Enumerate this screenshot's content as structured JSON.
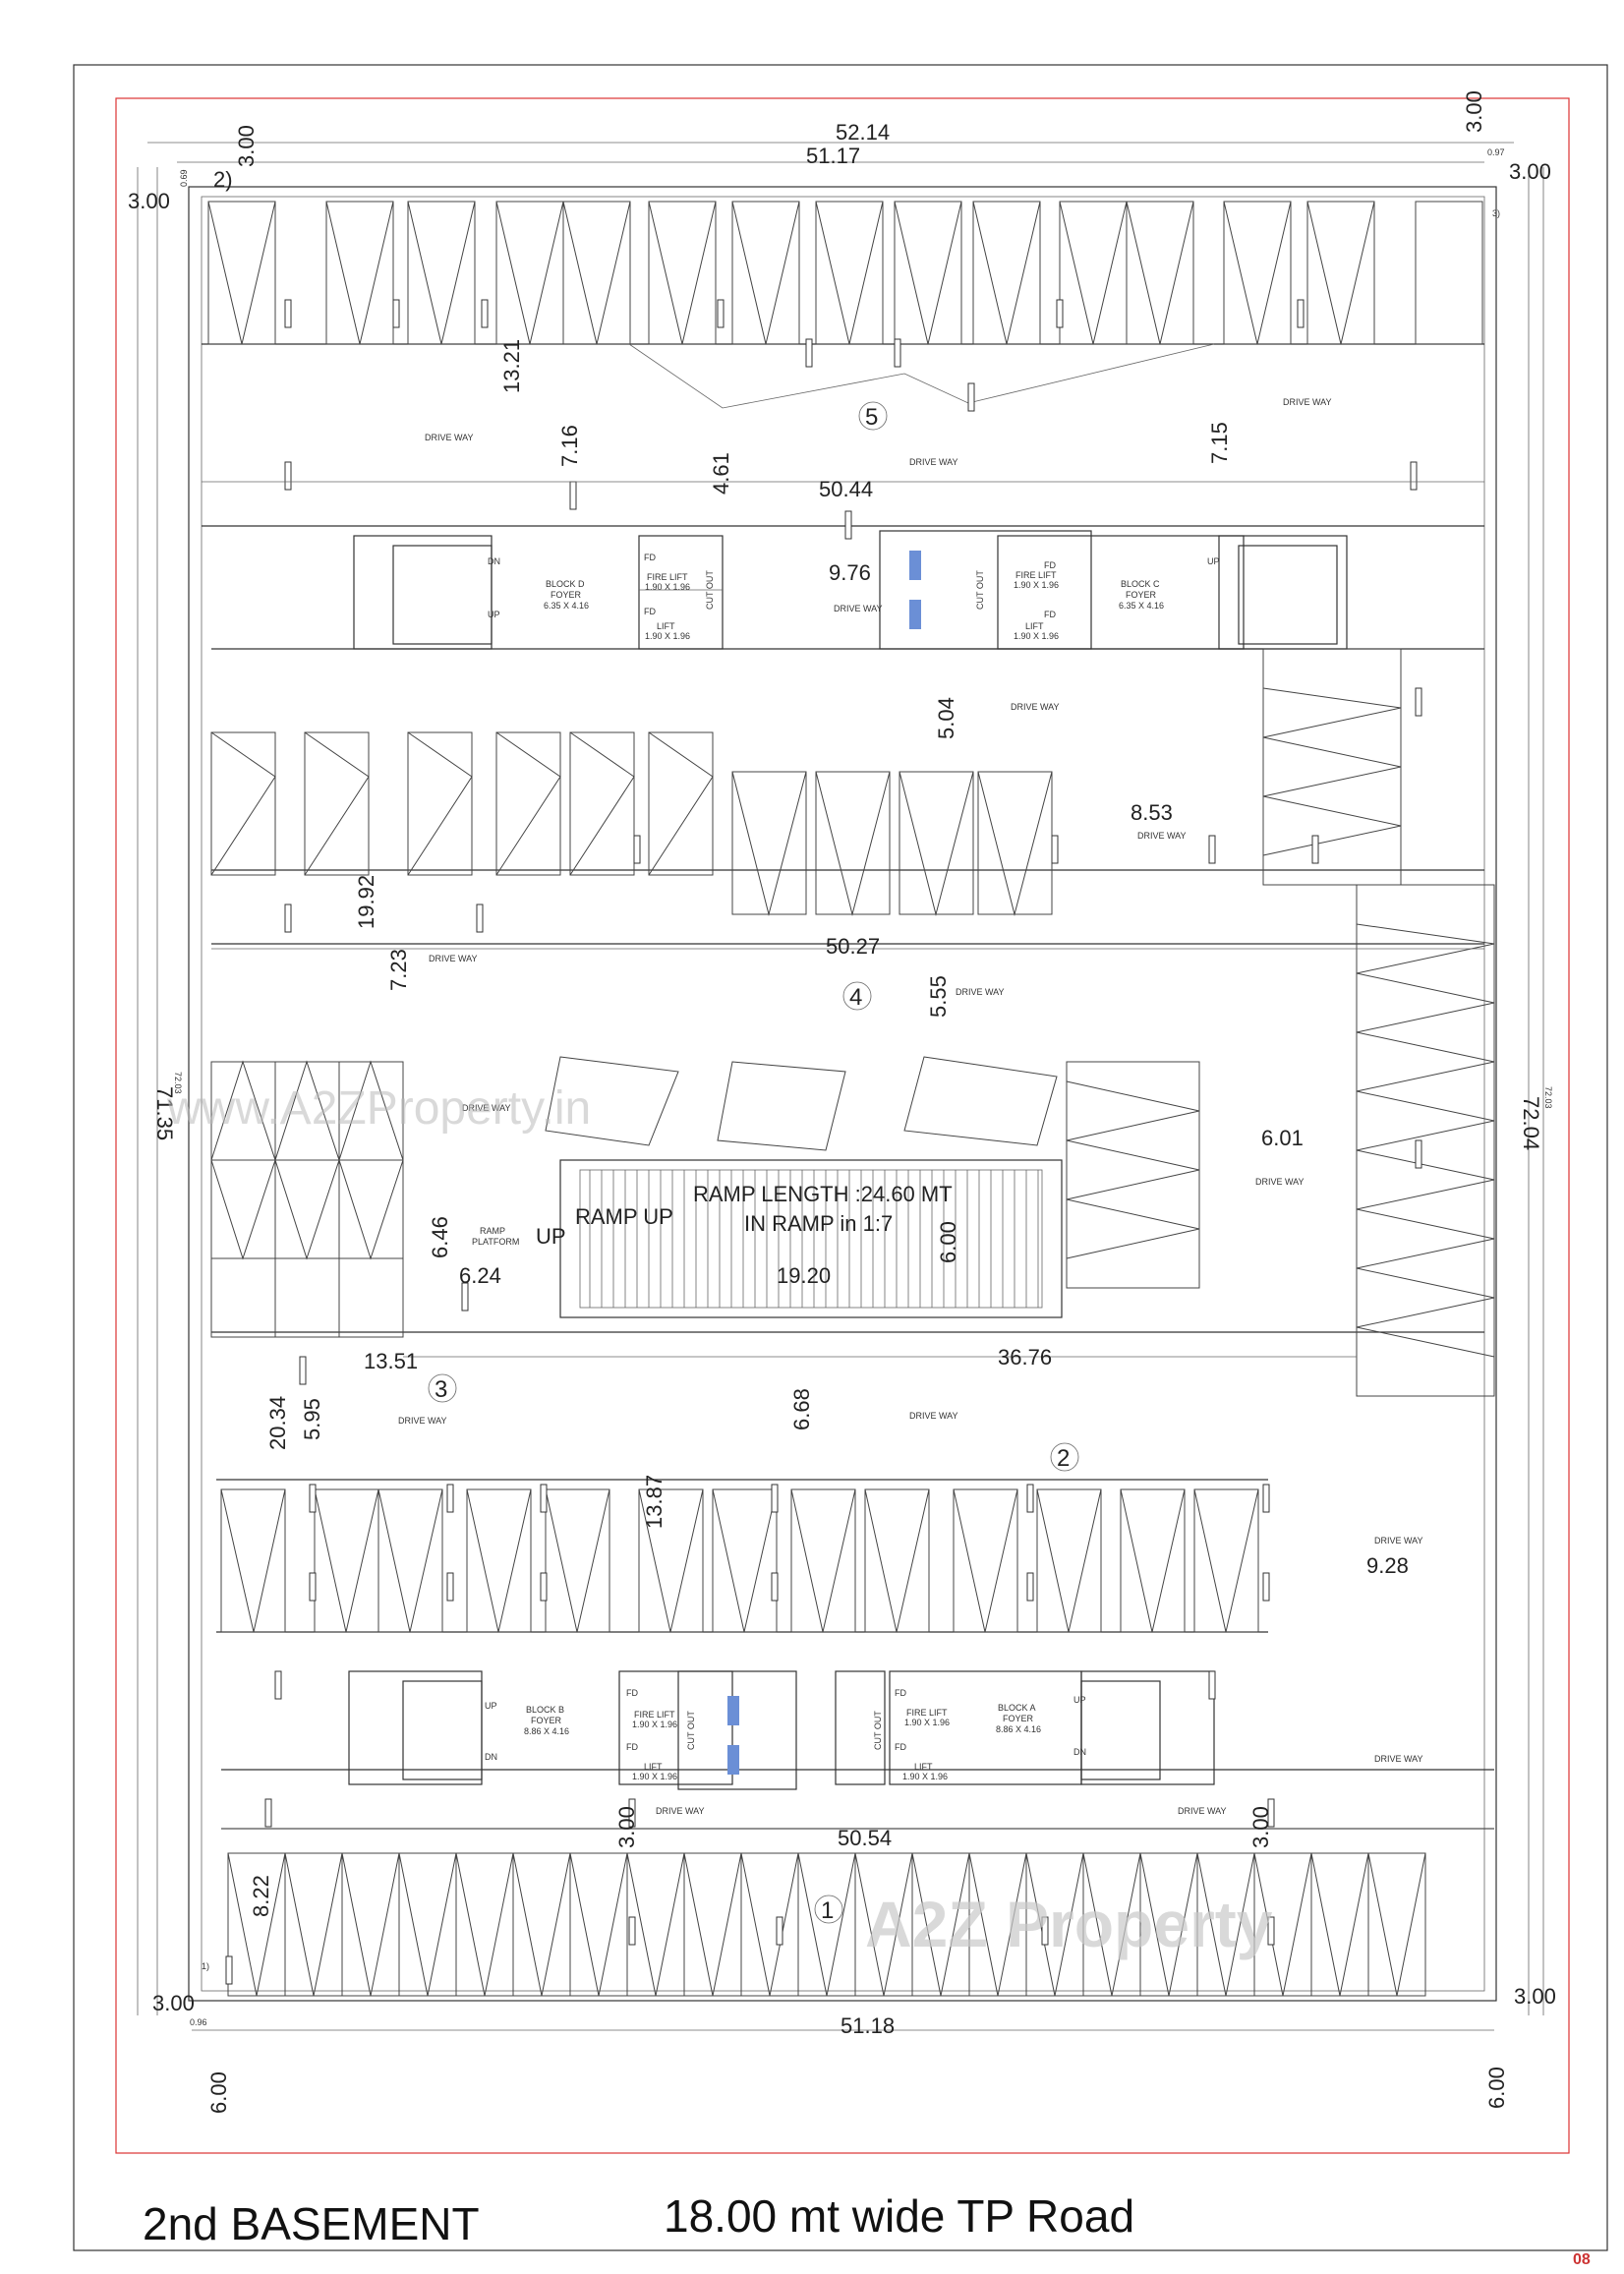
{
  "titles": {
    "floor": "2nd BASEMENT",
    "road": "18.00 mt wide TP Road",
    "page": "08"
  },
  "watermarks": {
    "site": "www.A2ZProperty.in",
    "logo": "A2Z Property"
  },
  "colors": {
    "line": "#333333",
    "boundary": "#dd3333",
    "logo_a": "#f4a6a6",
    "logo_b": "#9fd4a0",
    "logo_c": "#9fb8e8"
  },
  "zones": [
    "1",
    "2",
    "3",
    "4",
    "5"
  ],
  "drive_way_label": "DRIVE WAY",
  "blocks": {
    "a": {
      "name": "BLOCK A",
      "foyer": "FOYER",
      "size": "8.86 X 4.16"
    },
    "b": {
      "name": "BLOCK B",
      "foyer": "FOYER",
      "size": "8.86 X 4.16"
    },
    "c": {
      "name": "BLOCK C",
      "foyer": "FOYER",
      "size": "6.35 X 4.16"
    },
    "d": {
      "name": "BLOCK D",
      "foyer": "FOYER",
      "size": "6.35 X 4.16"
    }
  },
  "lifts": {
    "fire_lift": "FIRE LIFT",
    "lift": "LIFT",
    "size": "1.90 X 1.96",
    "fd": "FD",
    "cut_out": "CUT OUT",
    "up": "UP",
    "dn": "DN"
  },
  "ramp": {
    "length": "RAMP LENGTH :24.60 MT",
    "slope": "IN RAMP in 1:7",
    "up": "RAMP UP",
    "up_short": "UP",
    "platform_line1": "RAMP",
    "platform_line2": "PLATFORM"
  },
  "dims": {
    "top_overall": "52.14",
    "top_inner": "51.17",
    "bottom_inner": "51.18",
    "left_overall": "71.35",
    "left_inner": "72.03",
    "right_overall": "72.04",
    "right_inner": "72.03",
    "setback_3": "3.00",
    "setback_6": "6.00",
    "offset_069": "0.69",
    "offset_097": "0.97",
    "offset_096": "0.96",
    "d_1321": "13.21",
    "d_716": "7.16",
    "d_461": "4.61",
    "d_715": "7.15",
    "d_5044": "50.44",
    "d_976": "9.76",
    "d_504": "5.04",
    "d_853": "8.53",
    "d_1992": "19.92",
    "d_723": "7.23",
    "d_5027": "50.27",
    "d_555": "5.55",
    "d_601": "6.01",
    "d_646": "6.46",
    "d_624": "6.24",
    "d_1920": "19.20",
    "d_600": "6.00",
    "d_1351": "13.51",
    "d_3676": "36.76",
    "d_2034": "20.34",
    "d_595": "5.95",
    "d_668": "6.68",
    "d_1387": "13.87",
    "d_928": "9.28",
    "d_5054": "50.54",
    "d_822": "8.22",
    "mark_1": "1)",
    "mark_2": "2)",
    "mark_3": "3)"
  }
}
